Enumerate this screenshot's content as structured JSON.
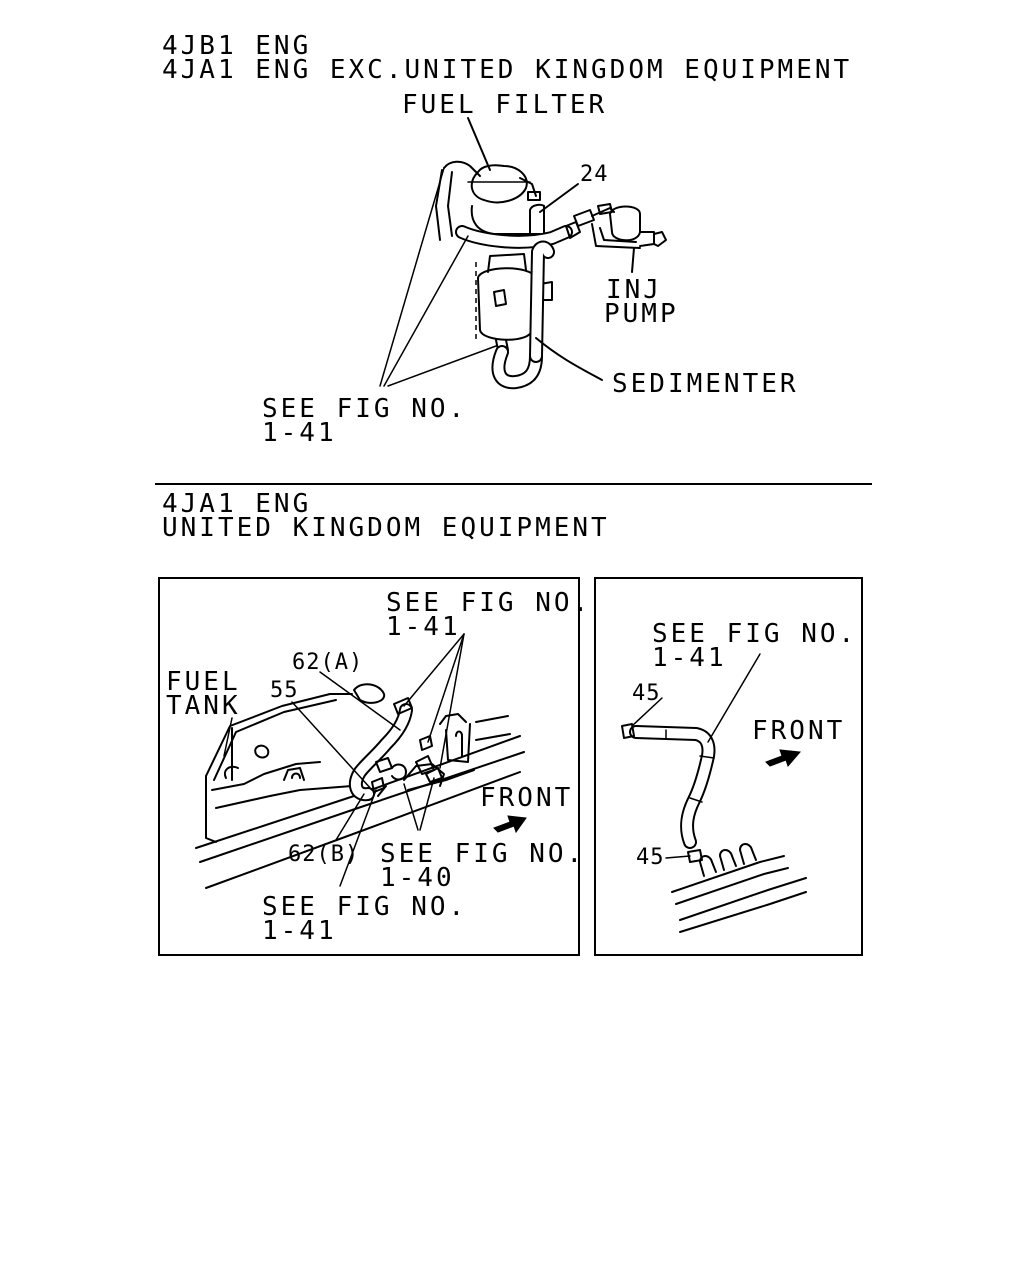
{
  "top_section": {
    "engine_line1": "4JB1 ENG",
    "engine_line2": "4JA1 ENG EXC.UNITED KINGDOM EQUIPMENT",
    "fuel_filter": "FUEL FILTER",
    "part_24": "24",
    "inj_line1": "INJ",
    "inj_line2": "PUMP",
    "sedimenter": "SEDIMENTER",
    "see_fig_line1": "SEE FIG NO.",
    "see_fig_line2": "1-41"
  },
  "bottom_section": {
    "engine_line1": "4JA1 ENG",
    "engine_line2": "UNITED KINGDOM EQUIPMENT"
  },
  "left_panel": {
    "see_fig_top_line1": "SEE FIG NO.",
    "see_fig_top_line2": "1-41",
    "part_62a": "62(A)",
    "fuel_tank_line1": "FUEL",
    "fuel_tank_line2": "TANK",
    "part_55": "55",
    "front": "FRONT",
    "part_62b": "62(B)",
    "see_fig_mid_line1": "SEE FIG NO.",
    "see_fig_mid_line2": "1-40",
    "see_fig_bottom_line1": "SEE FIG NO.",
    "see_fig_bottom_line2": "1-41"
  },
  "right_panel": {
    "see_fig_line1": "SEE FIG NO.",
    "see_fig_line2": "1-41",
    "part_45_top": "45",
    "front": "FRONT",
    "part_45_bottom": "45"
  }
}
